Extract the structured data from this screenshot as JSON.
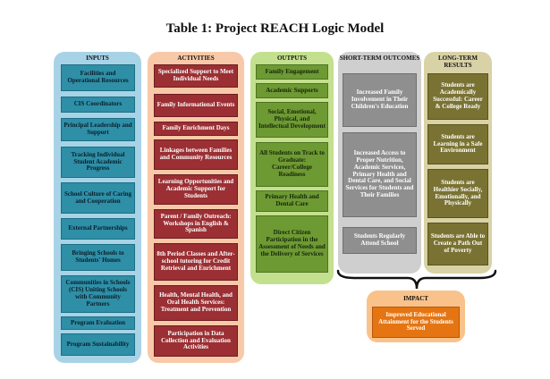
{
  "title": "Table 1: Project REACH Logic Model",
  "columns": {
    "inputs": {
      "header": "INPUTS",
      "items": [
        "Facilities and Operational Resources",
        "CIS Coordinators",
        "Principal Leadership and Support",
        "Tracking Individual Student Academic Progress",
        "School Culture of Caring and Cooperation",
        "External Partnerships",
        "Bringing Schools to Students' Homes",
        "Communities in Schools (CIS) Uniting Schools with Community Partners",
        "Program Evaluation",
        "Program Sustainability"
      ]
    },
    "activities": {
      "header": "ACTIVITIES",
      "items": [
        "Specialized Support to Meet Individual Needs",
        "Family Informational Events",
        "Family Enrichment Days",
        "Linkages between Families and Community Resources",
        "Learning Opportunities and Academic Support for Students",
        "Parent / Family Outreach: Workshops in English & Spanish",
        "8th Period Classes and After-school tutoring for Credit Retrieval and Enrichment",
        "Health, Mental Health, and Oral Health Services: Treatment and Prevention",
        "Participation in Data Collection and Evaluation Activities"
      ]
    },
    "outputs": {
      "header": "OUTPUTS",
      "items": [
        "Family Engagement",
        "Academic Supports",
        "Social, Emotional, Physical, and Intellectual Development",
        "All Students on Track to Graduate: Career/College Readiness",
        "Primary Health and Dental Care",
        "Direct Citizen Participation in the Assessment of Needs and the Delivery of Services"
      ]
    },
    "short_term": {
      "header": "SHORT-TERM OUTCOMES",
      "items": [
        "Increased Family Involvement in Their Children's Education",
        "Increased Access to Proper Nutrition, Academic Services, Primary Health and Dental Care, and Social Services for Students and Their Families",
        "Students Regularly Attend School"
      ]
    },
    "long_term": {
      "header": "LONG-TERM RESULTS",
      "items": [
        "Students are Academically Successful: Career & College Ready",
        "Students are Learning in a Safe Environment",
        "Students are Healthier Socially, Emotionally, and Physically",
        "Students are Able to Create a Path Out of Poverty"
      ]
    }
  },
  "impact": {
    "header": "IMPACT",
    "text": "Improved Educational Attainment for the Students Served"
  },
  "colors": {
    "inputs_panel": "#a8d3e6",
    "inputs_box": "#2e8fa7",
    "activities_panel": "#f8c9a8",
    "activities_box": "#9b2f33",
    "outputs_panel": "#c3e08e",
    "outputs_box": "#6d9a33",
    "short_panel": "#cfcfcf",
    "short_box": "#8f8f8f",
    "long_panel": "#d8d2a6",
    "long_box": "#7a7232",
    "impact_panel": "#f9c28a",
    "impact_box": "#e57512"
  }
}
